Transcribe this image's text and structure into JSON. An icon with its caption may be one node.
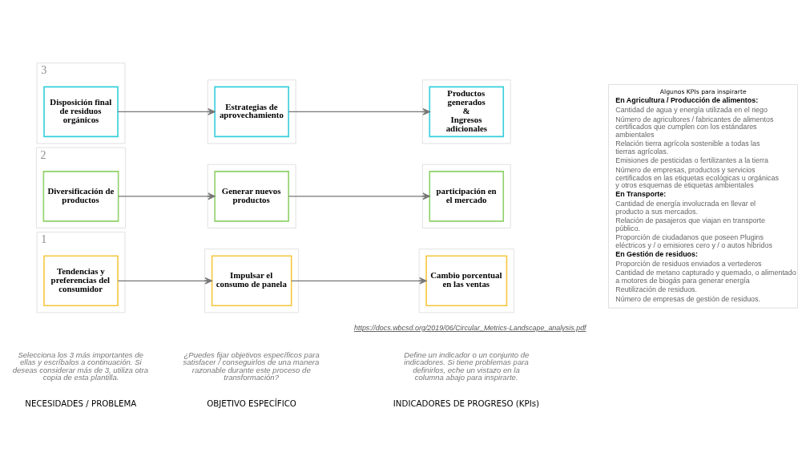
{
  "diagram": {
    "nodes": [
      {
        "text": [
          "1"
        ]
      },
      {
        "text": [
          "Tendencias y preferencias del consumidor"
        ],
        "in": 0
      },
      {
        "text": [],
        "shape": "box"
      },
      {
        "text": [
          "Impulsar el consumo de panela"
        ],
        "in": 2
      },
      {
        "text": [],
        "shape": "box"
      },
      {
        "text": [
          "Cambio porcentual en las ventas"
        ],
        "in": 4
      },
      {
        "text": [
          "2"
        ]
      },
      {
        "text": [
          "Diversificación de productos"
        ],
        "in": 6
      },
      {
        "text": [],
        "shape": "box"
      },
      {
        "text": [
          "Generar nuevos productos"
        ],
        "in": 8
      },
      {
        "text": [],
        "shape": "box"
      },
      {
        "text": [
          "participación en el mercado"
        ],
        "in": 10
      },
      {
        "text": [
          "3"
        ]
      },
      {
        "text": [
          "Disposición final de residuos orgánicos"
        ],
        "in": 12
      },
      {
        "text": [],
        "shape": "box"
      },
      {
        "text": [
          "Estrategias de aprovechamiento"
        ],
        "in": 14
      },
      {
        "text": [],
        "shape": "box"
      },
      {
        "text": [
          "Productos generados",
          "&",
          "Ingresos adicionales"
        ],
        "in": 16
      },
      {
        "text": [
          "Algunos KPIs para inspirarte",
          "En Agricultura / Producción de alimentos:",
          "Cantidad de agua y energía utilizada en el riego",
          "Número de agricultores / fabricantes de alimentos certificados que cumplen con los estándares ambientales",
          "Relación tierra agrícola sostenible a todas las tierras agrícolas.",
          "Emisiones de pesticidas o fertilizantes a la tierra",
          "Número de empresas, productos y servicios certificados en las etiquetas ecológicas u orgánicas y otros esquemas de etiquetas ambientales",
          "En Transporte:",
          "Cantidad de energía involucrada en llevar el producto a sus mercados.",
          "Relación de pasajeros que viajan en transporte público.",
          "Proporción de ciudadanos que poseen Plugins eléctricos y / o emisiores cero y / o autos híbridos",
          "En Gestión de residuos:",
          "Proporción de residuos enviados a vertederos",
          "Cantidad de metano capturado y quemado, o alimentado a motores de biogás para generar energía",
          "Reutilización de residuos.",
          "Número de empresas de gestión de residuos."
        ]
      }
    ],
    "edges": [
      {
        "from": 1,
        "to": 3,
        "arrow": "to"
      },
      {
        "from": 3,
        "to": 5,
        "arrow": "to"
      },
      {
        "from": 7,
        "to": 9,
        "arrow": "to"
      },
      {
        "from": 9,
        "to": 11,
        "arrow": "to"
      },
      {
        "from": 13,
        "to": 15,
        "arrow": "to"
      },
      {
        "from": 15,
        "to": 17,
        "arrow": "to"
      }
    ],
    "labels": [
      "NECESIDADES / PROBLEMA",
      "OBJETIVO ESPECÍFICO",
      "INDICADORES DE PROGRESO (KPIs)",
      "Selecciona los 3 más importantes de ellas y escríbalos a continuación. Si deseas considerar más de 3, utiliza otra copia de esta plantilla.",
      "¿Puedes fijar objetivos específicos para satisfacer / conseguirlos de una manera razonable durante este proceso de transformación?",
      "Define un indicador o un conjunto de indicadores. Si tiene problemas para definirlos, eche un vistazo en la columna abajo para inspirarte.",
      "https://docs.wbcsd.org/2019/06/Circular_Metrics-Landscape_analysis.pdf"
    ]
  }
}
